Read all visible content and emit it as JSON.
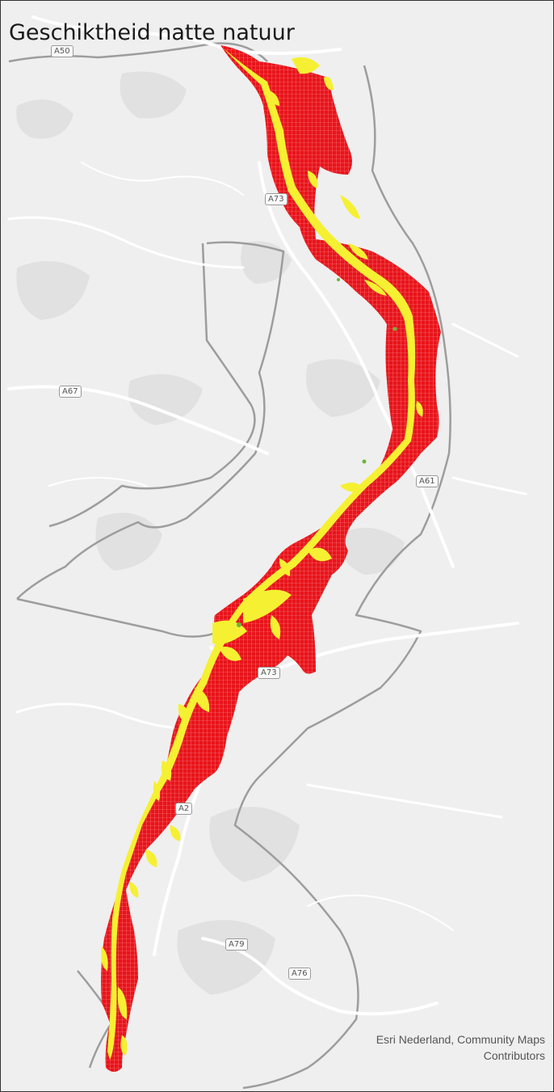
{
  "map": {
    "title": "Geschiktheid natte natuur",
    "attribution_line1": "Esri Nederland, Community Maps",
    "attribution_line2": "Contributors",
    "road_labels": [
      "A50",
      "A73",
      "A67",
      "A61",
      "A73",
      "A2",
      "A79",
      "A76"
    ],
    "colors": {
      "background": "#efefef",
      "urban": "#e1e1e1",
      "border": "#9d9d9d",
      "road": "#ffffff",
      "unsuitable_red": "#e8141a",
      "suitable_yellow": "#f5f032",
      "green_spot": "#6fb43c"
    }
  }
}
